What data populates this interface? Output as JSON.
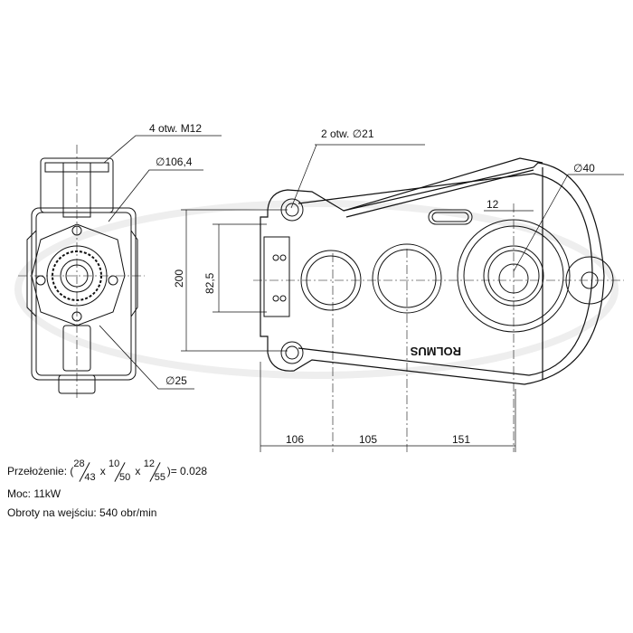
{
  "side_view": {
    "label_holes": "4 otw. M12",
    "label_flange_dia": "∅106,4",
    "label_shaft_dia": "∅25"
  },
  "front_view": {
    "label_mount_holes": "2 otw. ∅21",
    "label_output_dia": "∅40",
    "label_key_width": "12",
    "label_height": "200",
    "label_flange": "82,5",
    "label_dist_1": "106",
    "label_dist_2": "105",
    "label_dist_3": "151",
    "brand_cast": "ROLMUS"
  },
  "notes": {
    "ratio_label": "Przełożenie: (",
    "f1_num": "28",
    "f1_den": "43",
    "x1": " x ",
    "f2_num": "10",
    "f2_den": "50",
    "x2": " x ",
    "f3_num": "12",
    "f3_den": "55",
    "ratio_result": ")= 0.028",
    "power": "Moc: 11kW",
    "input_speed": "Obroty na wejściu: 540 obr/min"
  }
}
